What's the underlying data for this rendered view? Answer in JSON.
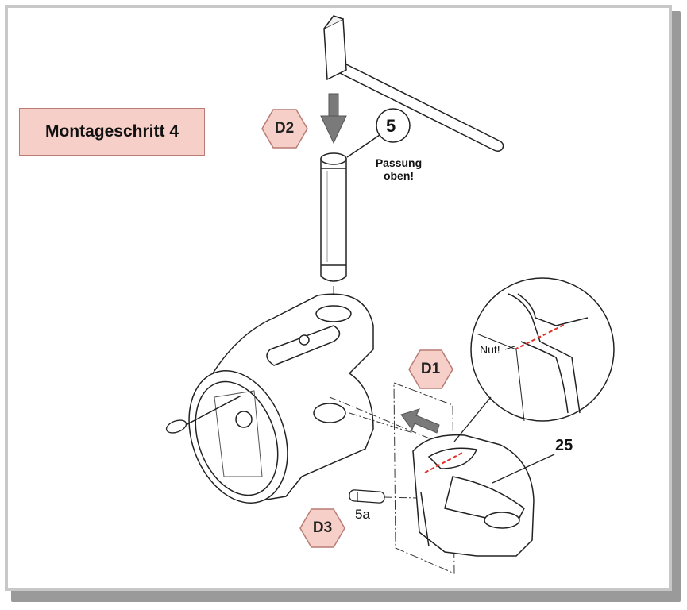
{
  "title": "Montageschritt 4",
  "markers": {
    "d1": "D1",
    "d2": "D2",
    "d3": "D3"
  },
  "callouts": {
    "part_5": "5",
    "part_5a": "5a",
    "part_25": "25",
    "note_line1": "Passung",
    "note_line2": "oben!",
    "detail_label": "Nut!"
  },
  "colors": {
    "marker_fill": "#f6cfc8",
    "marker_stroke": "#b87c74",
    "arrow": "#7a7a7a",
    "groove_line": "#e0302a"
  }
}
